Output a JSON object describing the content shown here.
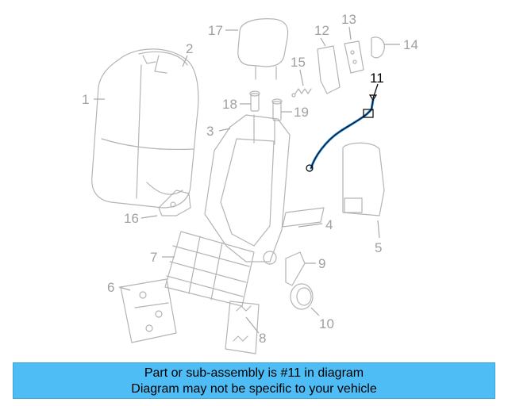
{
  "callouts": {
    "c1": "1",
    "c2": "2",
    "c3": "3",
    "c4": "4",
    "c5": "5",
    "c6": "6",
    "c7": "7",
    "c8": "8",
    "c9": "9",
    "c10": "10",
    "c11": "11",
    "c12": "12",
    "c13": "13",
    "c14": "14",
    "c15": "15",
    "c16": "16",
    "c17": "17",
    "c18": "18",
    "c19": "19"
  },
  "highlighted_part": "11",
  "banner": {
    "line1": "Part or sub-assembly is #11 in diagram",
    "line2": "Diagram may not be specific to your vehicle"
  },
  "colors": {
    "highlight": "#1f7fd0",
    "banner_bg": "#4fbdf5"
  }
}
